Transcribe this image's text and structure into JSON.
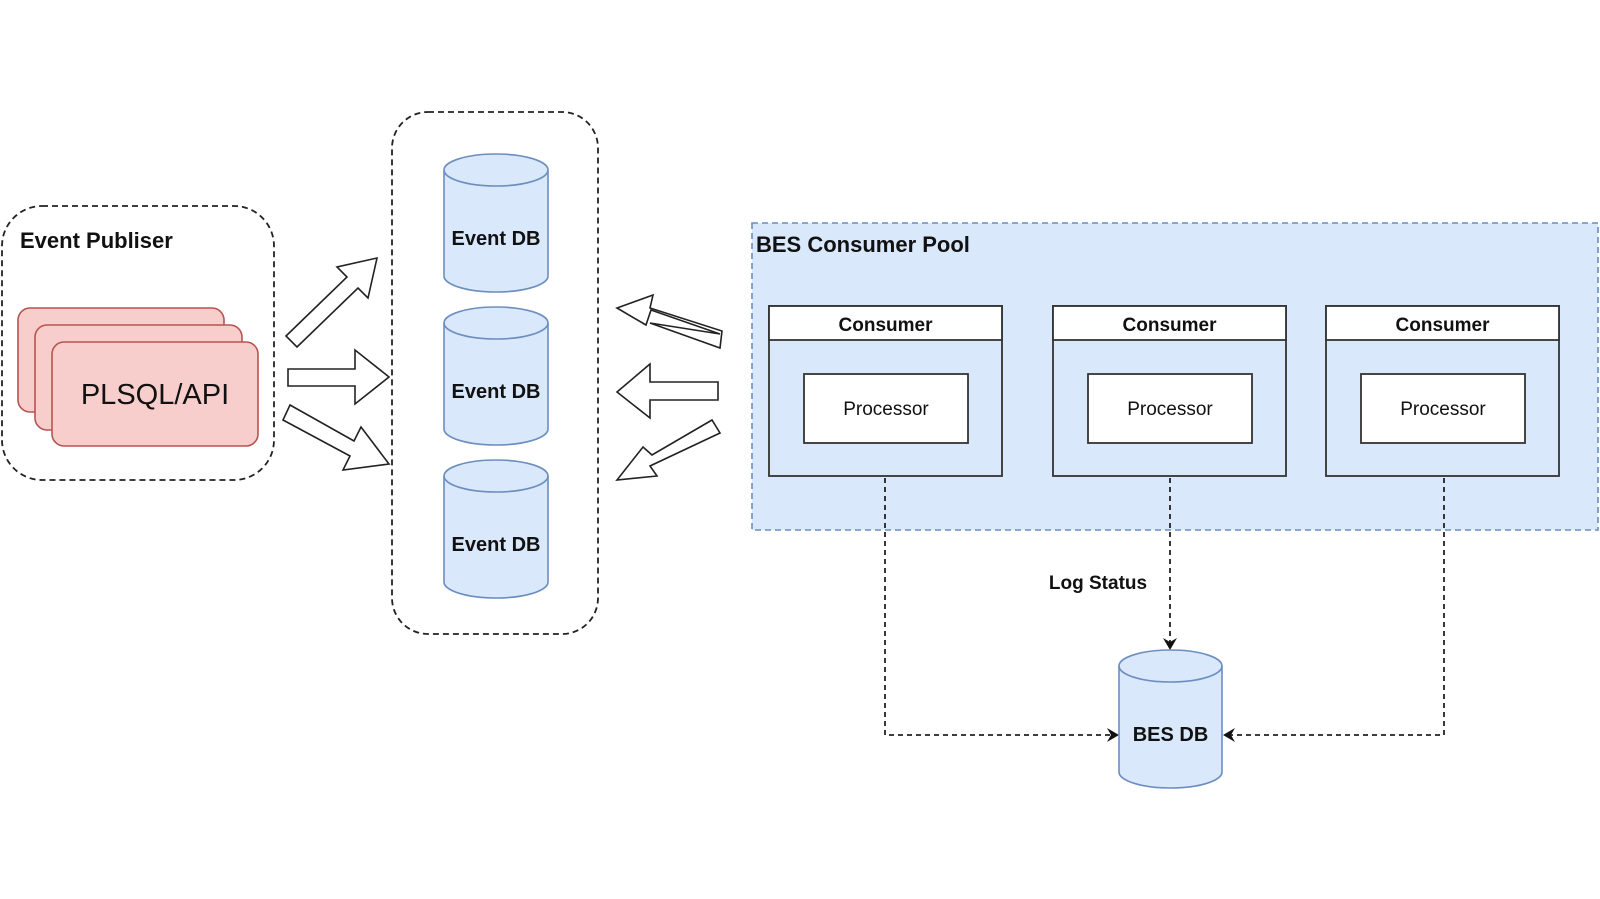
{
  "colors": {
    "publisher_fill": "#f8cecc",
    "publisher_stroke": "#b85450",
    "db_fill": "#dae8fc",
    "db_stroke": "#6c8ebf",
    "pool_fill": "#dae8fc",
    "pool_stroke": "#6c8ebf",
    "line": "#111111"
  },
  "publisher": {
    "title": "Event Publiser",
    "stack_label": "PLSQL/API"
  },
  "event_store": {
    "databases": [
      {
        "label": "Event DB"
      },
      {
        "label": "Event DB"
      },
      {
        "label": "Event DB"
      }
    ]
  },
  "consumer_pool": {
    "title": "BES Consumer Pool",
    "consumers": [
      {
        "title": "Consumer",
        "processor": "Processor"
      },
      {
        "title": "Consumer",
        "processor": "Processor"
      },
      {
        "title": "Consumer",
        "processor": "Processor"
      }
    ]
  },
  "status_db": {
    "label": "BES DB",
    "edge_label": "Log Status"
  }
}
